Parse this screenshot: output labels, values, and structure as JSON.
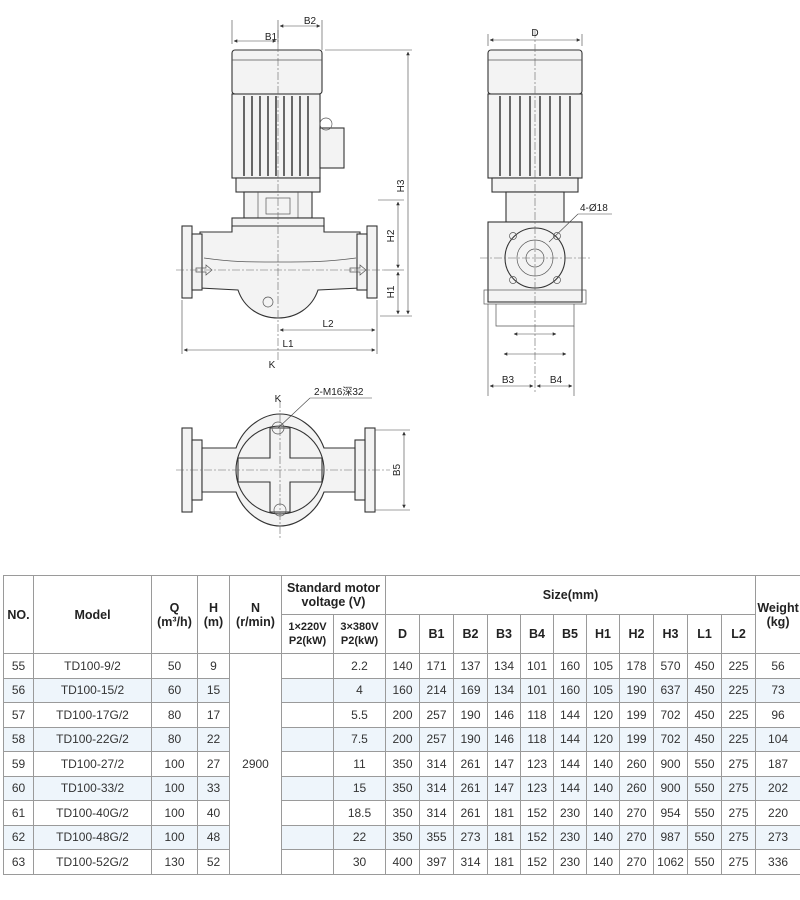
{
  "drawing": {
    "front_view_labels": {
      "b1": "B1",
      "b2": "B2",
      "h1": "H1",
      "h2": "H2",
      "h3": "H3",
      "l1": "L1",
      "l2": "L2",
      "k": "K"
    },
    "side_view_labels": {
      "d": "D",
      "b3": "B3",
      "b4": "B4",
      "holes": "4-Ø18"
    },
    "top_view_labels": {
      "k": "K",
      "thread": "2-M16深32",
      "b5": "B5"
    }
  },
  "table": {
    "headers": {
      "no": "NO.",
      "model": "Model",
      "q_top": "Q",
      "q_unit": "(m³/h)",
      "h_top": "H",
      "h_unit": "(m)",
      "n_top": "N",
      "n_unit": "(r/min)",
      "motor": "Standard motor voltage (V)",
      "v1_top": "1×220V",
      "v1_bottom": "P2(kW)",
      "v3_top": "3×380V",
      "v3_bottom": "P2(kW)",
      "size": "Size(mm)",
      "weight_top": "Weight",
      "weight_unit": "(kg)",
      "size_cols": [
        "D",
        "B1",
        "B2",
        "B3",
        "B4",
        "B5",
        "H1",
        "H2",
        "H3",
        "L1",
        "L2"
      ]
    },
    "speed": "2900",
    "rows": [
      {
        "no": "55",
        "model": "TD100-9/2",
        "q": "50",
        "h": "9",
        "p1": "",
        "p3": "2.2",
        "D": "140",
        "B1": "171",
        "B2": "137",
        "B3": "134",
        "B4": "101",
        "B5": "160",
        "H1": "105",
        "H2": "178",
        "H3": "570",
        "L1": "450",
        "L2": "225",
        "w": "56"
      },
      {
        "no": "56",
        "model": "TD100-15/2",
        "q": "60",
        "h": "15",
        "p1": "",
        "p3": "4",
        "D": "160",
        "B1": "214",
        "B2": "169",
        "B3": "134",
        "B4": "101",
        "B5": "160",
        "H1": "105",
        "H2": "190",
        "H3": "637",
        "L1": "450",
        "L2": "225",
        "w": "73"
      },
      {
        "no": "57",
        "model": "TD100-17G/2",
        "q": "80",
        "h": "17",
        "p1": "",
        "p3": "5.5",
        "D": "200",
        "B1": "257",
        "B2": "190",
        "B3": "146",
        "B4": "118",
        "B5": "144",
        "H1": "120",
        "H2": "199",
        "H3": "702",
        "L1": "450",
        "L2": "225",
        "w": "96"
      },
      {
        "no": "58",
        "model": "TD100-22G/2",
        "q": "80",
        "h": "22",
        "p1": "",
        "p3": "7.5",
        "D": "200",
        "B1": "257",
        "B2": "190",
        "B3": "146",
        "B4": "118",
        "B5": "144",
        "H1": "120",
        "H2": "199",
        "H3": "702",
        "L1": "450",
        "L2": "225",
        "w": "104"
      },
      {
        "no": "59",
        "model": "TD100-27/2",
        "q": "100",
        "h": "27",
        "p1": "",
        "p3": "11",
        "D": "350",
        "B1": "314",
        "B2": "261",
        "B3": "147",
        "B4": "123",
        "B5": "144",
        "H1": "140",
        "H2": "260",
        "H3": "900",
        "L1": "550",
        "L2": "275",
        "w": "187"
      },
      {
        "no": "60",
        "model": "TD100-33/2",
        "q": "100",
        "h": "33",
        "p1": "",
        "p3": "15",
        "D": "350",
        "B1": "314",
        "B2": "261",
        "B3": "147",
        "B4": "123",
        "B5": "144",
        "H1": "140",
        "H2": "260",
        "H3": "900",
        "L1": "550",
        "L2": "275",
        "w": "202"
      },
      {
        "no": "61",
        "model": "TD100-40G/2",
        "q": "100",
        "h": "40",
        "p1": "",
        "p3": "18.5",
        "D": "350",
        "B1": "314",
        "B2": "261",
        "B3": "181",
        "B4": "152",
        "B5": "230",
        "H1": "140",
        "H2": "270",
        "H3": "954",
        "L1": "550",
        "L2": "275",
        "w": "220"
      },
      {
        "no": "62",
        "model": "TD100-48G/2",
        "q": "100",
        "h": "48",
        "p1": "",
        "p3": "22",
        "D": "350",
        "B1": "355",
        "B2": "273",
        "B3": "181",
        "B4": "152",
        "B5": "230",
        "H1": "140",
        "H2": "270",
        "H3": "987",
        "L1": "550",
        "L2": "275",
        "w": "273"
      },
      {
        "no": "63",
        "model": "TD100-52G/2",
        "q": "130",
        "h": "52",
        "p1": "",
        "p3": "30",
        "D": "400",
        "B1": "397",
        "B2": "314",
        "B3": "181",
        "B4": "152",
        "B5": "230",
        "H1": "140",
        "H2": "270",
        "H3": "1062",
        "L1": "550",
        "L2": "275",
        "w": "336"
      }
    ]
  }
}
